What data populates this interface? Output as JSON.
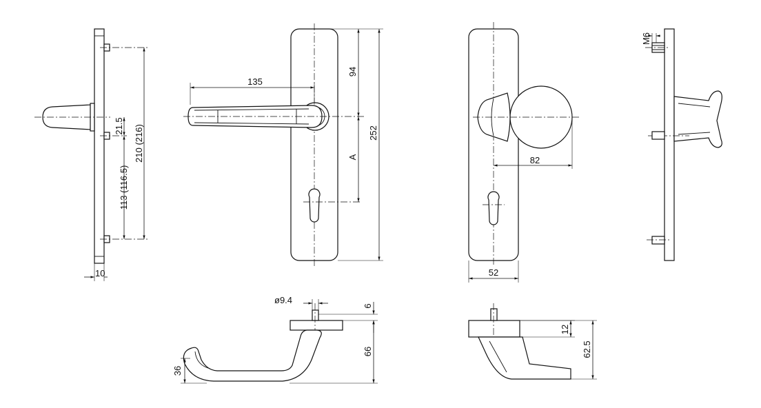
{
  "dimensions": {
    "side_thickness": "10",
    "side_spindle_offset": "21.5",
    "side_lower_holes": "113 (116.5)",
    "side_upper_holes": "210 (216)",
    "lever_length": "135",
    "lever_top_offset": "94",
    "lever_distance": "A",
    "plate_length": "252",
    "knob_projection": "82",
    "plate_width": "52",
    "screw_thread": "M6",
    "spindle_diameter": "ø9.4",
    "rose_step": "6",
    "lever_height": "66",
    "grip_height": "36",
    "knob_rose_height": "12",
    "knob_lever_height": "62.5"
  }
}
